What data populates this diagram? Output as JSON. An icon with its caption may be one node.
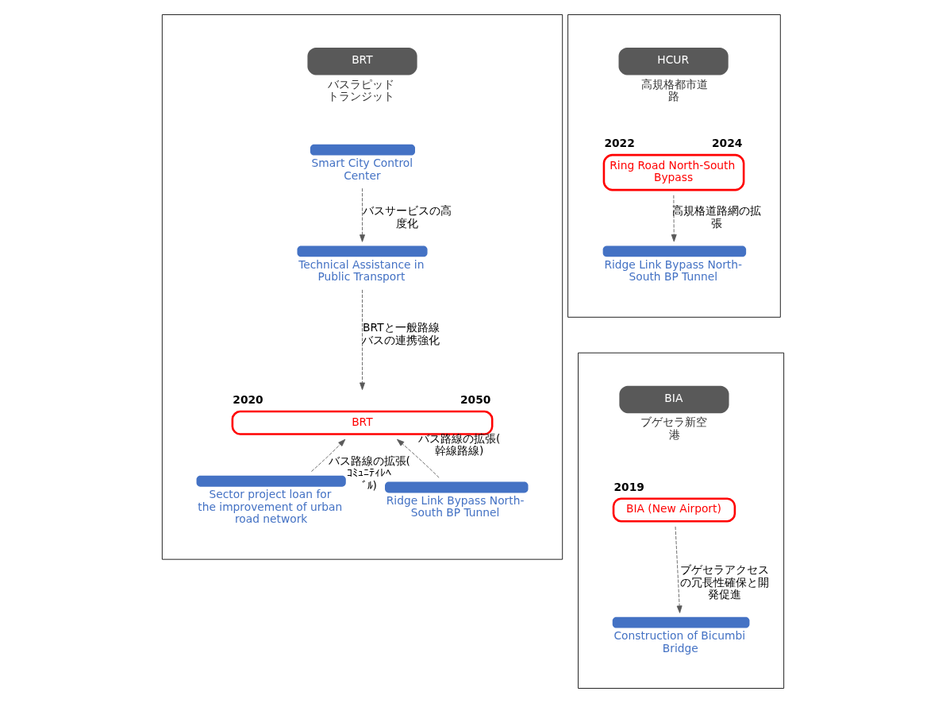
{
  "diagram": {
    "nodes": [
      {
        "text": [],
        "shape": "box"
      },
      {
        "text": [
          "BRT"
        ],
        "in": 0,
        "beside": [
          "バスラピッドトランジット"
        ]
      },
      {
        "text": [
          "Smart City Control Center"
        ],
        "in": 0
      },
      {
        "text": [
          "Technical Assistance in Public Transport"
        ],
        "in": 0
      },
      {
        "text": [
          "BRT"
        ],
        "in": 0,
        "beside": [
          "2020",
          "2050"
        ]
      },
      {
        "text": [
          "Sector project loan for the improvement of urban road network"
        ],
        "in": 0
      },
      {
        "text": [
          "Ridge Link Bypass North-South BP Tunnel"
        ],
        "in": 0
      },
      {
        "text": [],
        "shape": "box"
      },
      {
        "text": [
          "HCUR"
        ],
        "in": 7,
        "beside": [
          "高規格都市道路"
        ]
      },
      {
        "text": [
          "Ring Road North-South Bypass"
        ],
        "in": 7,
        "beside": [
          "2022",
          "2024"
        ]
      },
      {
        "text": [
          "Ridge Link Bypass North-South BP Tunnel"
        ],
        "in": 7
      },
      {
        "text": [],
        "shape": "box"
      },
      {
        "text": [
          "BIA"
        ],
        "in": 11,
        "beside": [
          "ブゲセラ新空港"
        ]
      },
      {
        "text": [
          "BIA (New Airport)"
        ],
        "in": 11,
        "beside": [
          "2019"
        ]
      },
      {
        "text": [
          "Construction of Bicumbi Bridge"
        ],
        "in": 11
      }
    ],
    "edges": [
      {
        "from": 2,
        "to": 3,
        "arrow": "to",
        "style": "dashed",
        "label": "バスサービスの高度化"
      },
      {
        "from": 3,
        "to": 4,
        "arrow": "to",
        "style": "dashed",
        "label": "BRTと一般路線バスの連携強化"
      },
      {
        "from": 5,
        "to": 4,
        "arrow": "to",
        "style": "dashed",
        "label": "バス路線の拡張(ｺﾐｭﾆﾃｨﾚﾍﾞﾙ)"
      },
      {
        "from": 6,
        "to": 4,
        "arrow": "to",
        "style": "dashed",
        "label": "バス路線の拡張(幹線路線)"
      },
      {
        "from": 9,
        "to": 10,
        "arrow": "to",
        "style": "dashed",
        "label": "高規格道路網の拡張"
      },
      {
        "from": 13,
        "to": 14,
        "arrow": "to",
        "style": "dashed",
        "label": "ブゲセラアクセスの冗長性確保と開発促進"
      }
    ]
  }
}
